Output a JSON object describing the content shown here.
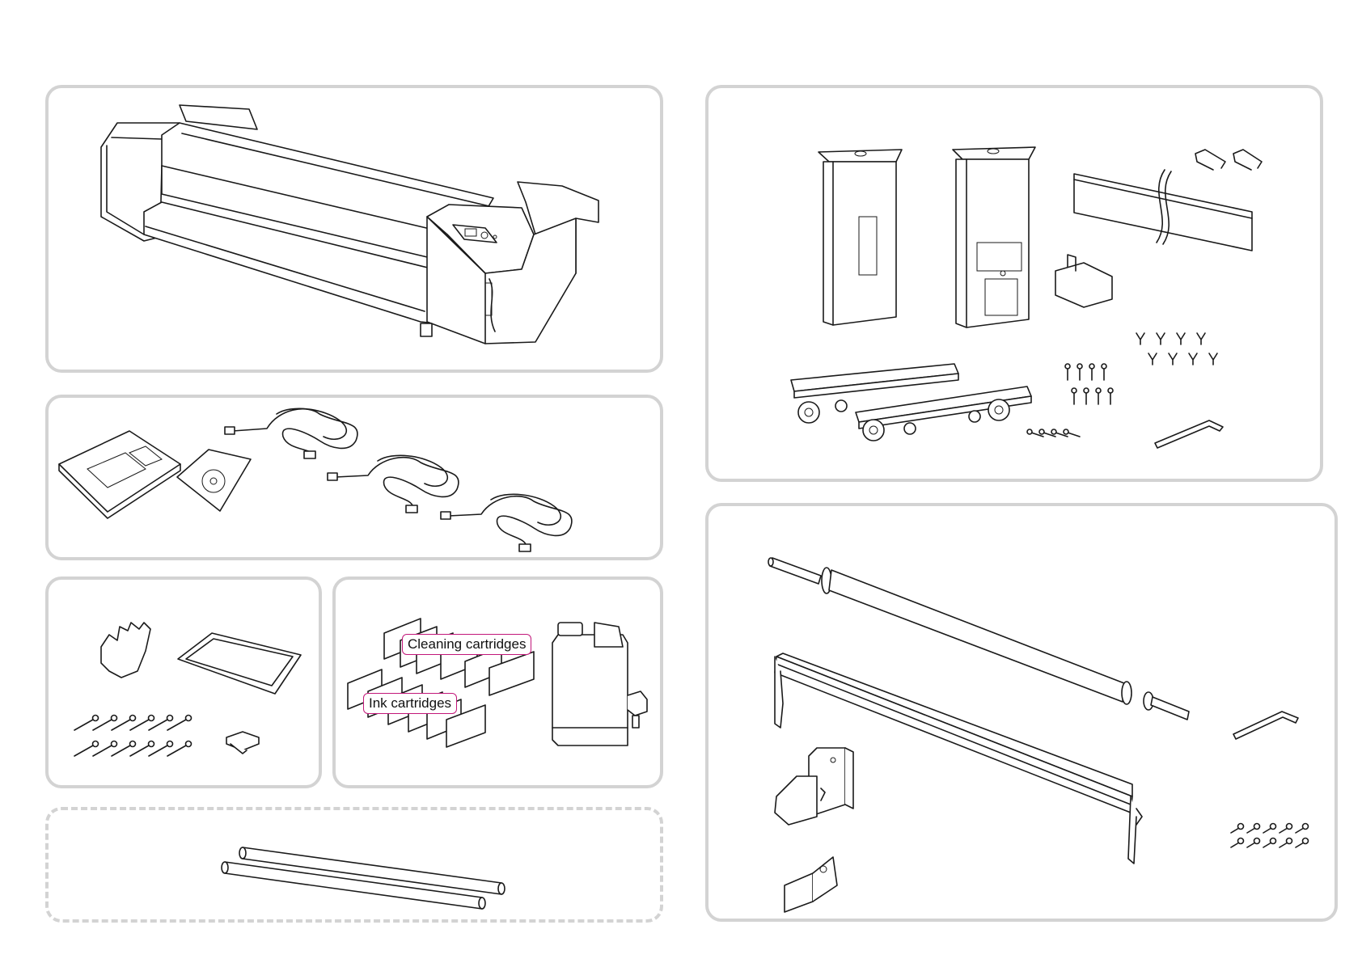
{
  "labels": {
    "cleaning_cartridges": "Cleaning cartridges",
    "ink_cartridges": "Ink cartridges"
  },
  "colors": {
    "panel_border": "#d3d3d3",
    "callout_border": "#c2187a",
    "line_art": "#1a1a1a"
  },
  "panels": [
    {
      "id": "printer",
      "icon": "printer-icon"
    },
    {
      "id": "documents-cables",
      "icon": "power-cable-icon"
    },
    {
      "id": "maintenance-kit",
      "icon": "glove-icon"
    },
    {
      "id": "cartridges",
      "icon": "ink-cartridge-icon"
    },
    {
      "id": "optional-rods",
      "icon": "rod-icon"
    },
    {
      "id": "stand-parts",
      "icon": "stand-leg-icon"
    },
    {
      "id": "media-parts",
      "icon": "media-roller-icon"
    }
  ]
}
